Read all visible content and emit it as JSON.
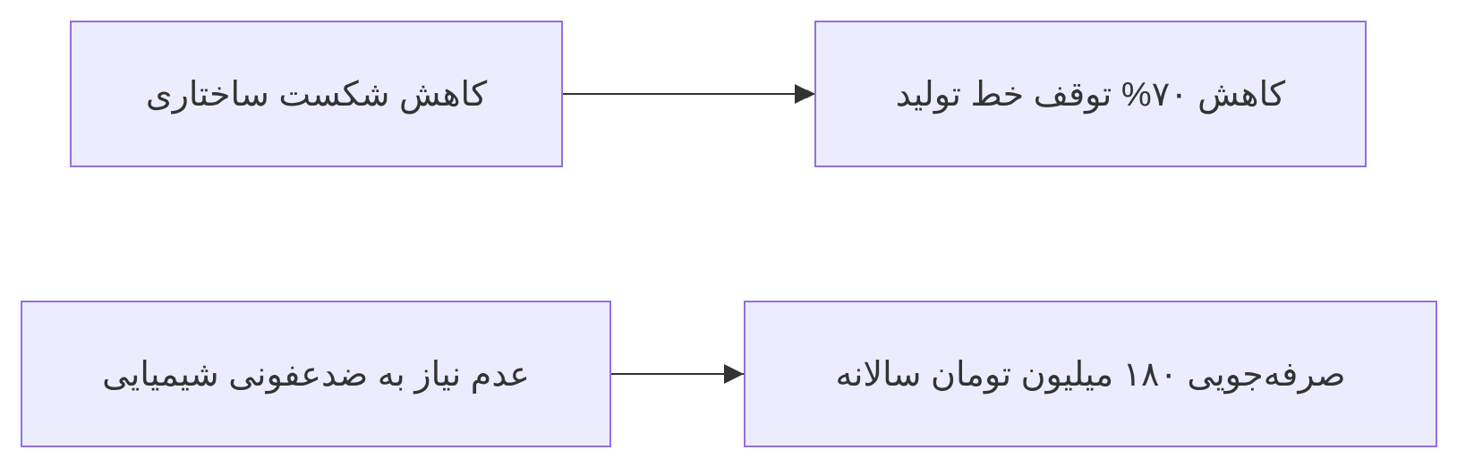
{
  "diagram": {
    "nodes": [
      {
        "id": "n1",
        "label": "کاهش شکست ساختاری"
      },
      {
        "id": "n2",
        "label": "کاهش ۷۰% توقف خط تولید"
      },
      {
        "id": "n3",
        "label": "عدم نیاز به ضدعفونی شیمیایی"
      },
      {
        "id": "n4",
        "label": "صرفه‌جویی ۱۸۰ میلیون تومان سالانه"
      }
    ],
    "edges": [
      {
        "from": "n1",
        "to": "n2"
      },
      {
        "from": "n3",
        "to": "n4"
      }
    ],
    "colors": {
      "node_fill": "#ececff",
      "node_border": "#9370db",
      "edge": "#333333",
      "text": "#333333"
    }
  }
}
